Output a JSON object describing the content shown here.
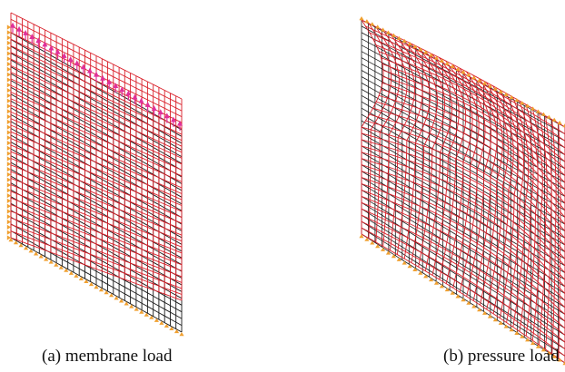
{
  "figure": {
    "colors": {
      "undeformed_mesh": "#1a1a1a",
      "deformed_mesh": "#d9202a",
      "supports": "#f0a030",
      "loads": "#e0309a"
    },
    "panels": [
      {
        "id": "a",
        "caption": "(a) membrane load",
        "load_type": "membrane"
      },
      {
        "id": "b",
        "caption": "(b) pressure load",
        "load_type": "pressure"
      }
    ]
  }
}
